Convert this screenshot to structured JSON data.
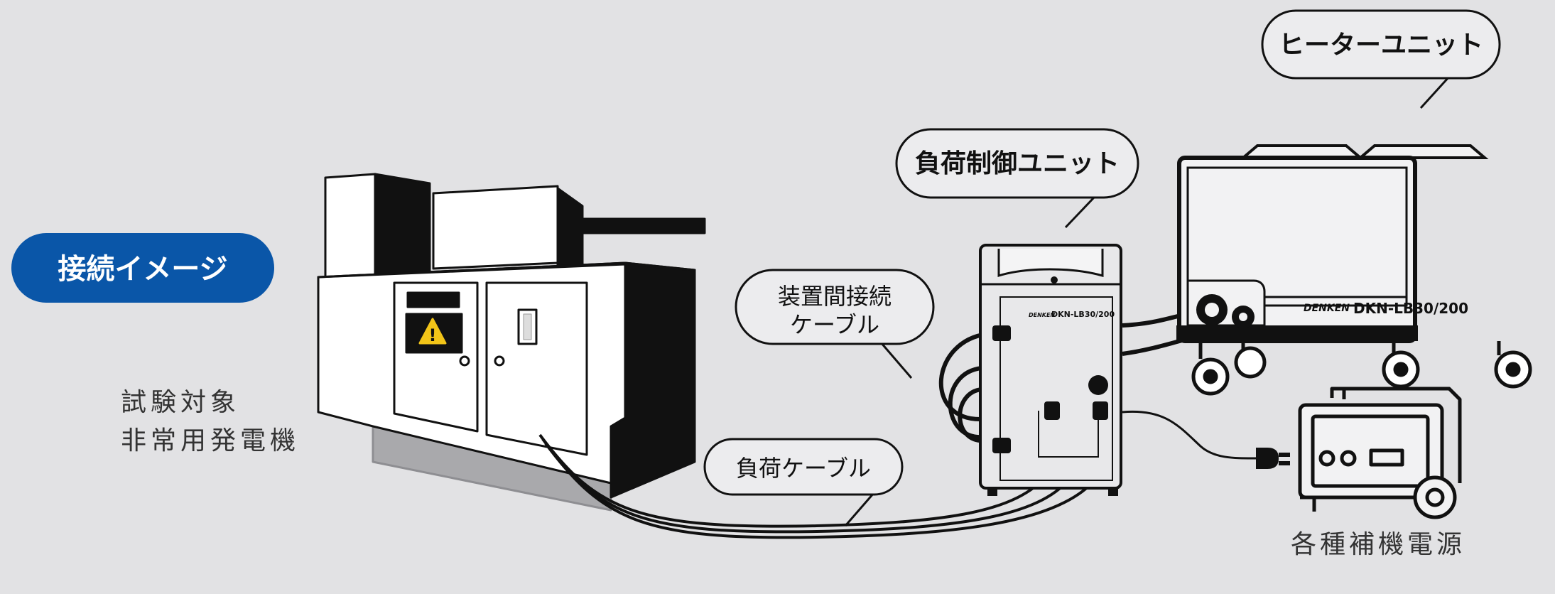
{
  "badge": {
    "label": "接続イメージ"
  },
  "generator": {
    "caption_line1": "試験対象",
    "caption_line2": "非常用発電機",
    "warning_symbol": "!"
  },
  "callouts": {
    "heater_unit": "ヒーターユニット",
    "load_control_unit": "負荷制御ユニット",
    "interconnect_cable_line1": "装置間接続",
    "interconnect_cable_line2": "ケーブル",
    "load_cable": "負荷ケーブル"
  },
  "control_unit": {
    "brand": "DENKEN",
    "model": "DKN-LB30/200"
  },
  "heater_unit": {
    "brand": "DENKEN",
    "model": "DKN-LB30/200"
  },
  "aux_power": {
    "label": "各種補機電源"
  },
  "colors": {
    "background": "#e2e2e4",
    "badge": "#0a56a8",
    "ink": "#111111",
    "warning": "#f2c418",
    "base_gray": "#a9a9ac"
  },
  "icons": [
    "warning-icon",
    "plug-icon",
    "generator-icon"
  ]
}
